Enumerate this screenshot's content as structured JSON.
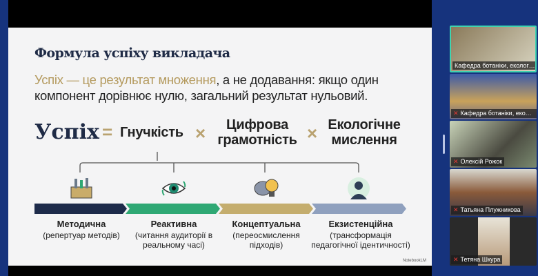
{
  "slide": {
    "title": "Формула успіху викладача",
    "subtitle_highlight": "Успіх — це результат множення",
    "subtitle_rest": ", а не додавання: якщо один компонент дорівнює нулю, загальний результат нульовий.",
    "formula": {
      "result": "Успіх",
      "equals": "=",
      "times": "×",
      "terms": [
        "Гнучкість",
        "Цифрова грамотність",
        "Екологічне мислення"
      ]
    },
    "stages": [
      {
        "title": "Методична",
        "desc": "(репертуар методів)",
        "icon": "toolbox-icon",
        "color": "#1d2b4a"
      },
      {
        "title": "Реактивна",
        "desc": "(читання аудиторії в реальному часі)",
        "icon": "eye-icon",
        "color": "#2fa874"
      },
      {
        "title": "Концептуальна",
        "desc": "(переосмислення підходів)",
        "icon": "brain-lightbulb-icon",
        "color": "#c4ad6e"
      },
      {
        "title": "Екзистенційна",
        "desc": "(трансформація педагогічної ідентичності)",
        "icon": "person-icon",
        "color": "#8fa0be"
      }
    ],
    "watermark": "NotebookLM"
  },
  "participants": [
    {
      "name": "Кафедра ботаніки, екології ..."
    },
    {
      "name": "Кафедра ботаніки, еколо..."
    },
    {
      "name": "Олексій Рожок"
    },
    {
      "name": "Татьяна Плужникова"
    },
    {
      "name": "Тетяна Шкура"
    }
  ]
}
